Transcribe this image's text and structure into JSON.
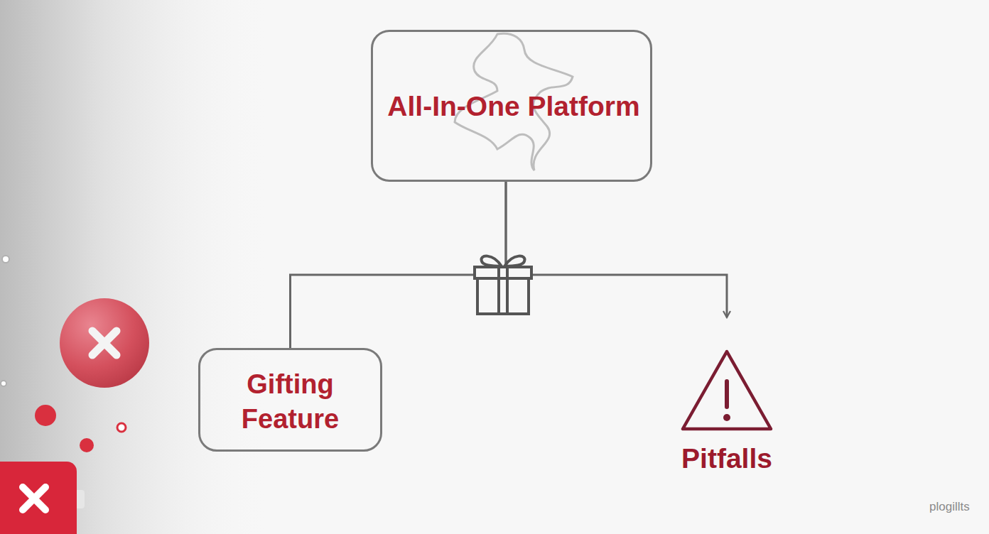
{
  "diagram": {
    "nodes": [
      {
        "text": [
          "All-In-One Platform"
        ]
      },
      {
        "text": [
          "Gifting Feature"
        ]
      },
      {
        "text": [
          "Pitfalls"
        ]
      }
    ],
    "edges": [
      {
        "from": 0,
        "to": 1,
        "arrow": "none"
      },
      {
        "from": 0,
        "to": 2,
        "arrow": "to"
      }
    ],
    "labels": [
      "plogillts"
    ]
  }
}
